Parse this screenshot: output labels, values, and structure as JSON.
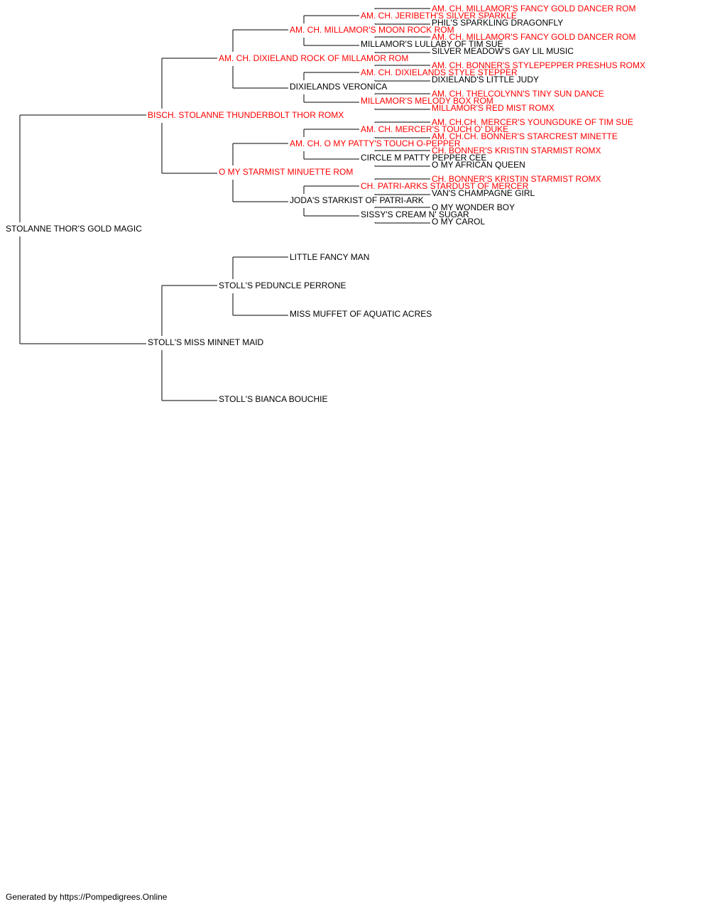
{
  "colors": {
    "champion": "#ff0000",
    "normal": "#000000"
  },
  "pedigree": {
    "name": "STOLANNE THOR'S GOLD MAGIC",
    "champion": false,
    "sire": {
      "name": "BISCH. STOLANNE THUNDERBOLT THOR ROMX",
      "champion": true,
      "sire": {
        "name": "AM. CH. DIXIELAND ROCK OF MILLAMOR ROM",
        "champion": true,
        "sire": {
          "name": "AM. CH. MILLAMOR'S MOON ROCK ROM",
          "champion": true,
          "sire": {
            "name": "AM. CH. JERIBETH'S SILVER SPARKLE",
            "champion": true,
            "sire": {
              "name": "AM. CH. MILLAMOR'S FANCY GOLD DANCER ROM",
              "champion": true
            },
            "dam": {
              "name": "PHIL'S SPARKLING DRAGONFLY",
              "champion": false
            }
          },
          "dam": {
            "name": "MILLAMOR'S LULLABY OF TIM SUE",
            "champion": false,
            "sire": {
              "name": "AM. CH. MILLAMOR'S FANCY GOLD DANCER ROM",
              "champion": true
            },
            "dam": {
              "name": "SILVER MEADOW'S GAY LIL MUSIC",
              "champion": false
            }
          }
        },
        "dam": {
          "name": "DIXIELANDS VERONICA",
          "champion": false,
          "sire": {
            "name": "AM. CH. DIXIELANDS STYLE STEPPER",
            "champion": true,
            "sire": {
              "name": "AM. CH. BONNER'S STYLEPEPPER PRESHUS ROMX",
              "champion": true
            },
            "dam": {
              "name": "DIXIELAND'S LITTLE JUDY",
              "champion": false
            }
          },
          "dam": {
            "name": "MILLAMOR'S MELODY BOX ROM",
            "champion": true,
            "sire": {
              "name": "AM. CH. THELCOLYNN'S TINY SUN DANCE",
              "champion": true
            },
            "dam": {
              "name": "MILLAMOR'S RED MIST ROMX",
              "champion": true
            }
          }
        }
      },
      "dam": {
        "name": "O MY STARMIST MINUETTE ROM",
        "champion": true,
        "sire": {
          "name": "AM. CH. O MY PATTY'S TOUCH O-PEPPER",
          "champion": true,
          "sire": {
            "name": "AM. CH. MERCER'S TOUCH O' DUKE",
            "champion": true,
            "sire": {
              "name": "AM. CH.CH. MERCER'S YOUNGDUKE OF TIM SUE",
              "champion": true
            },
            "dam": {
              "name": "AM. CH.CH. BONNER'S STARCREST MINETTE",
              "champion": true
            }
          },
          "dam": {
            "name": "CIRCLE M PATTY PEPPER CEE",
            "champion": false,
            "sire": {
              "name": "CH. BONNER'S KRISTIN STARMIST ROMX",
              "champion": true
            },
            "dam": {
              "name": "O MY AFRICAN QUEEN",
              "champion": false
            }
          }
        },
        "dam": {
          "name": "JODA'S STARKIST OF PATRI-ARK",
          "champion": false,
          "sire": {
            "name": "CH. PATRI-ARKS STARDUST OF MERCER",
            "champion": true,
            "sire": {
              "name": "CH. BONNER'S KRISTIN STARMIST ROMX",
              "champion": true
            },
            "dam": {
              "name": "VAN'S CHAMPAGNE GIRL",
              "champion": false
            }
          },
          "dam": {
            "name": "SISSY'S CREAM N' SUGAR",
            "champion": false,
            "sire": {
              "name": "O MY WONDER BOY",
              "champion": false
            },
            "dam": {
              "name": "O MY CAROL",
              "champion": false
            }
          }
        }
      }
    },
    "dam": {
      "name": "STOLL'S MISS MINNET MAID",
      "champion": false,
      "sire": {
        "name": "STOLL'S PEDUNCLE PERRONE",
        "champion": false,
        "sire": {
          "name": "LITTLE FANCY MAN",
          "champion": false
        },
        "dam": {
          "name": "MISS MUFFET OF AQUATIC ACRES",
          "champion": false
        }
      },
      "dam": {
        "name": "STOLL'S BIANCA BOUCHIE",
        "champion": false
      }
    }
  },
  "footer": "Generated by https://Pompedigrees.Online"
}
